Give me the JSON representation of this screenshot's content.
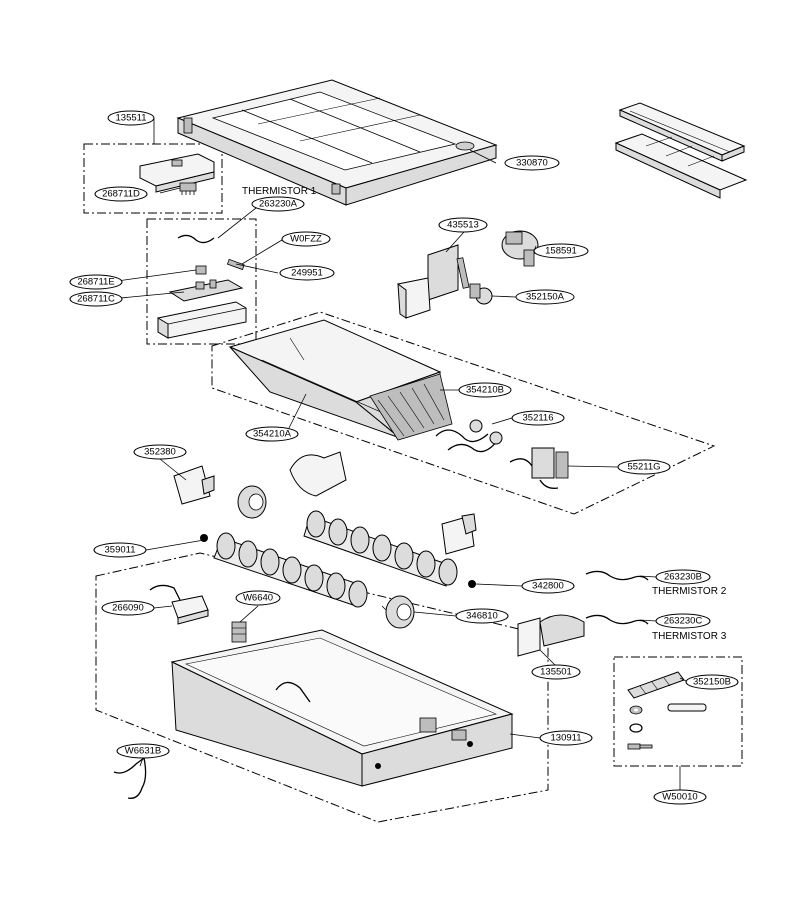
{
  "labels": {
    "l135511": "135511",
    "l268711D": "268711D",
    "l263230A": "263230A",
    "l330870": "330870",
    "lW0FZZ": "W0FZZ",
    "l249951": "249951",
    "l268711E": "268711E",
    "l268711C": "268711C",
    "l435513": "435513",
    "l158591": "158591",
    "l352150A": "352150A",
    "l354210B": "354210B",
    "l352116": "352116",
    "l354210A": "354210A",
    "l55211G": "55211G",
    "l352380": "352380",
    "l359011": "359011",
    "l342800": "342800",
    "l263230B": "263230B",
    "l266090": "266090",
    "lW6640": "W6640",
    "l346810": "346810",
    "l263230C": "263230C",
    "l135501": "135501",
    "l352150B": "352150B",
    "l130911": "130911",
    "lW6631B": "W6631B",
    "lW50010": "W50010"
  },
  "captions": {
    "thermistor1": "THERMISTOR 1",
    "thermistor2": "THERMISTOR 2",
    "thermistor3": "THERMISTOR 3"
  }
}
